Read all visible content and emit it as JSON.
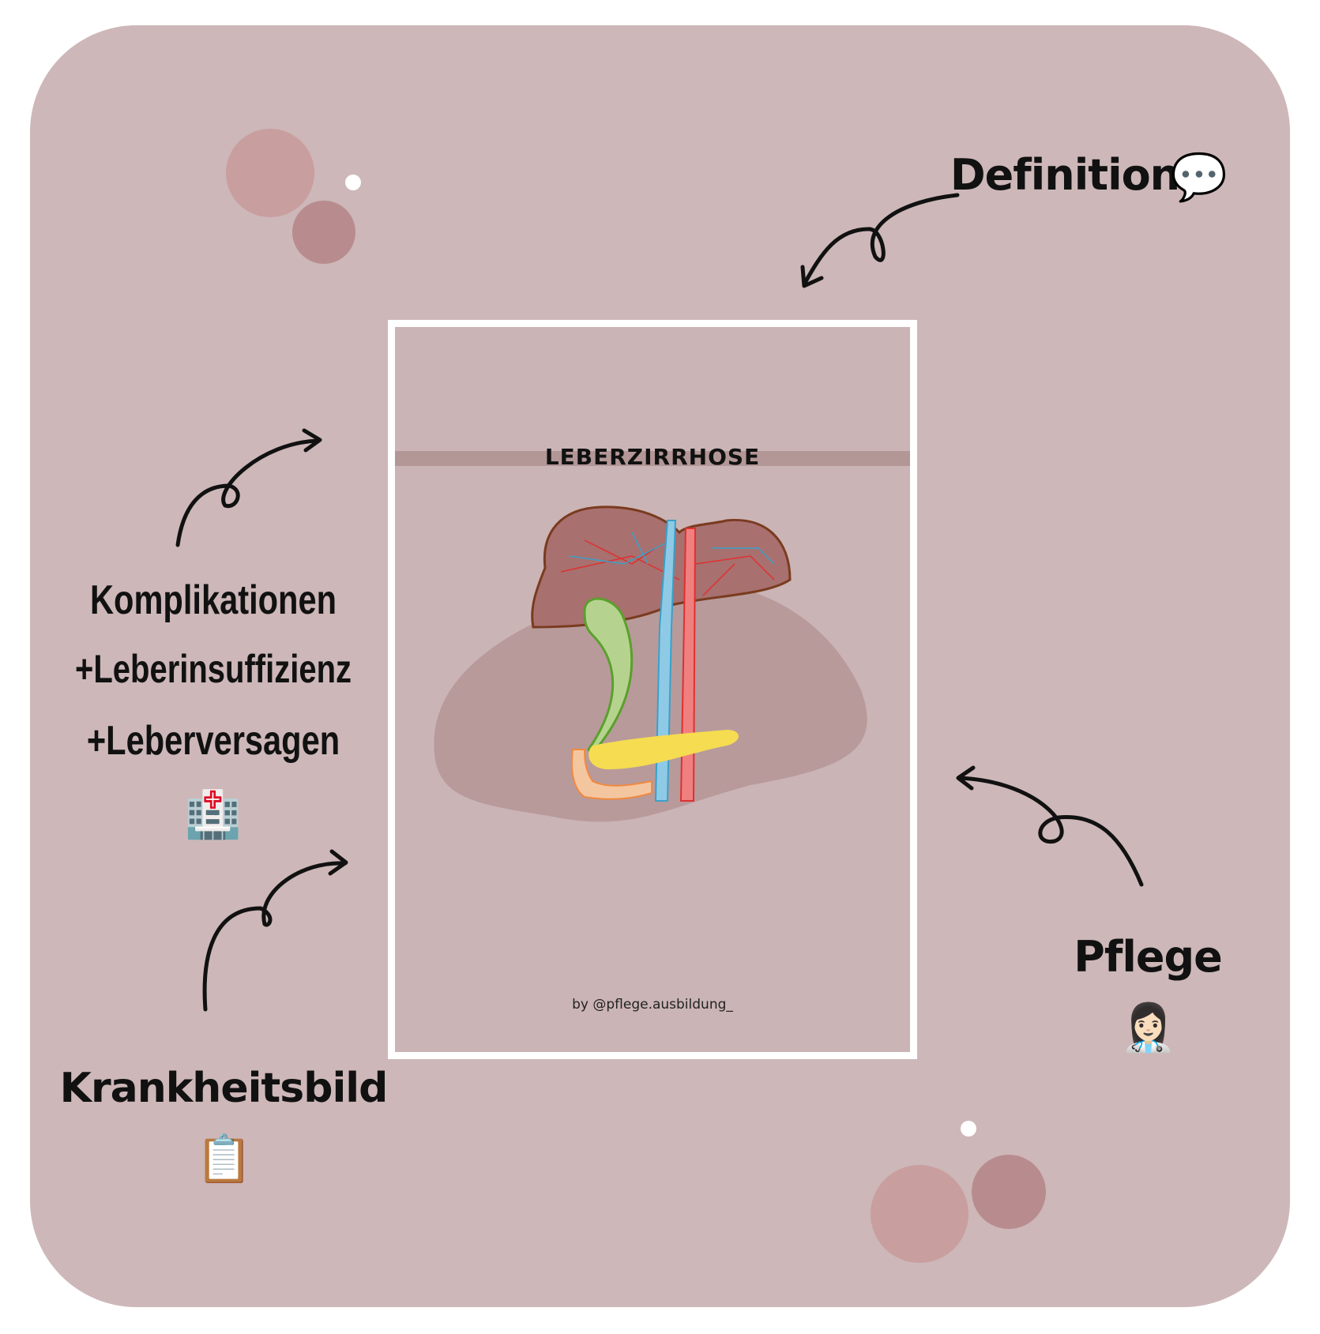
{
  "colors": {
    "card": "#cdb7b8",
    "frame_bg": "#cbb4b5",
    "band": "#b39696",
    "circle_light": "#c99e9f",
    "circle_dark": "#b88c8e"
  },
  "labels": {
    "definition": "Definition",
    "komplikationen": "Komplikationen",
    "komplikation_1": "+Leberinsuffizienz",
    "komplikation_2": "+Leberversagen",
    "krankheitsbild": "Krankheitsbild",
    "pflege": "Pflege"
  },
  "emojis": {
    "speech": "💬",
    "hospital": "🏥",
    "clipboard": "📋",
    "nurse": "👩🏻‍⚕️"
  },
  "cover": {
    "title": "LEBERZIRRHOSE",
    "credit": "by  @pflege.ausbildung_"
  }
}
